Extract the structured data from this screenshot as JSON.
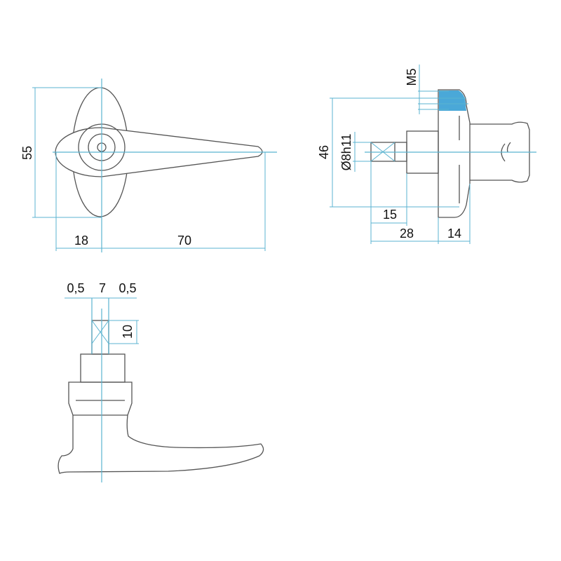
{
  "front_view": {
    "height_label": "55",
    "left_width_label": "18",
    "handle_length_label": "70"
  },
  "side_view": {
    "thread_label": "M5",
    "flange_height_label": "46",
    "shaft_diameter_label": "Ø8h11",
    "square_length_label": "15",
    "shaft_length_label": "28",
    "flange_width_label": "14"
  },
  "top_view": {
    "left_clearance_label": "0,5",
    "square_width_label": "7",
    "right_clearance_label": "0,5",
    "square_height_label": "10"
  },
  "colors": {
    "part_line": "#555555",
    "dimension_line": "#5bb3d0",
    "thread_fill": "#4aa8d8"
  }
}
